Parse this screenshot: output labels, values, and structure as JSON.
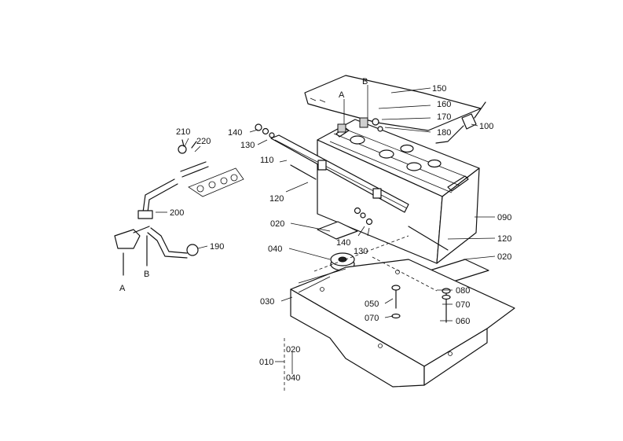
{
  "labels": {
    "p150": "150",
    "pB_top": "B",
    "pA_top": "A",
    "p160": "160",
    "p170": "170",
    "p180": "180",
    "p100": "100",
    "p140_top": "140",
    "p130_top": "130",
    "p110": "110",
    "p120_left": "120",
    "p210": "210",
    "p220": "220",
    "p200": "200",
    "p190": "190",
    "pA_bottom": "A",
    "pB_bottom": "B",
    "p090": "090",
    "p120_right": "120",
    "p020_left": "020",
    "p020_right": "020",
    "p140_mid": "140",
    "p130_mid": "130",
    "p040": "040",
    "p080": "080",
    "p070_right": "070",
    "p060_right": "060",
    "p030": "030",
    "p050": "050",
    "p070_left": "070",
    "p010": "010",
    "p020_group": "020",
    "p040_group": "040"
  }
}
